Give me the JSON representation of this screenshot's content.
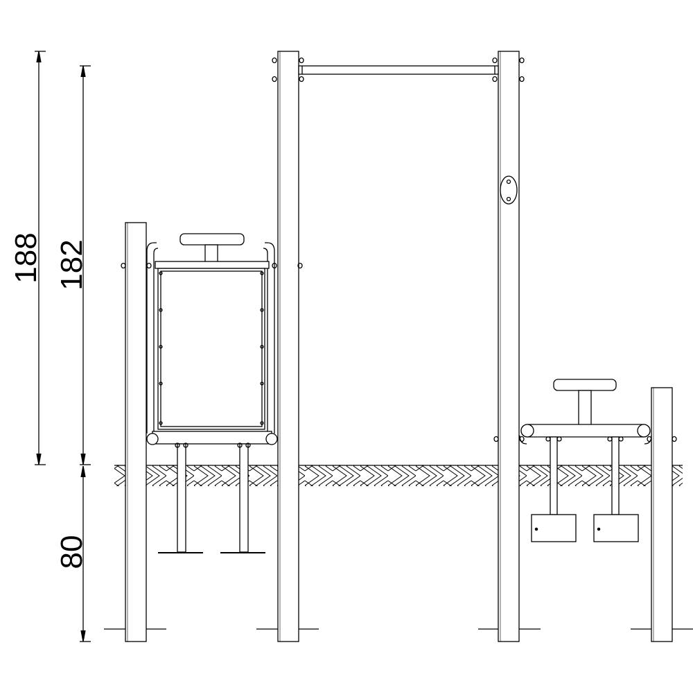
{
  "dimensions": {
    "total_height": "188",
    "above_ground_height": "182",
    "foundation_depth": "80"
  },
  "colors": {
    "line": "#000000",
    "background": "#ffffff"
  }
}
